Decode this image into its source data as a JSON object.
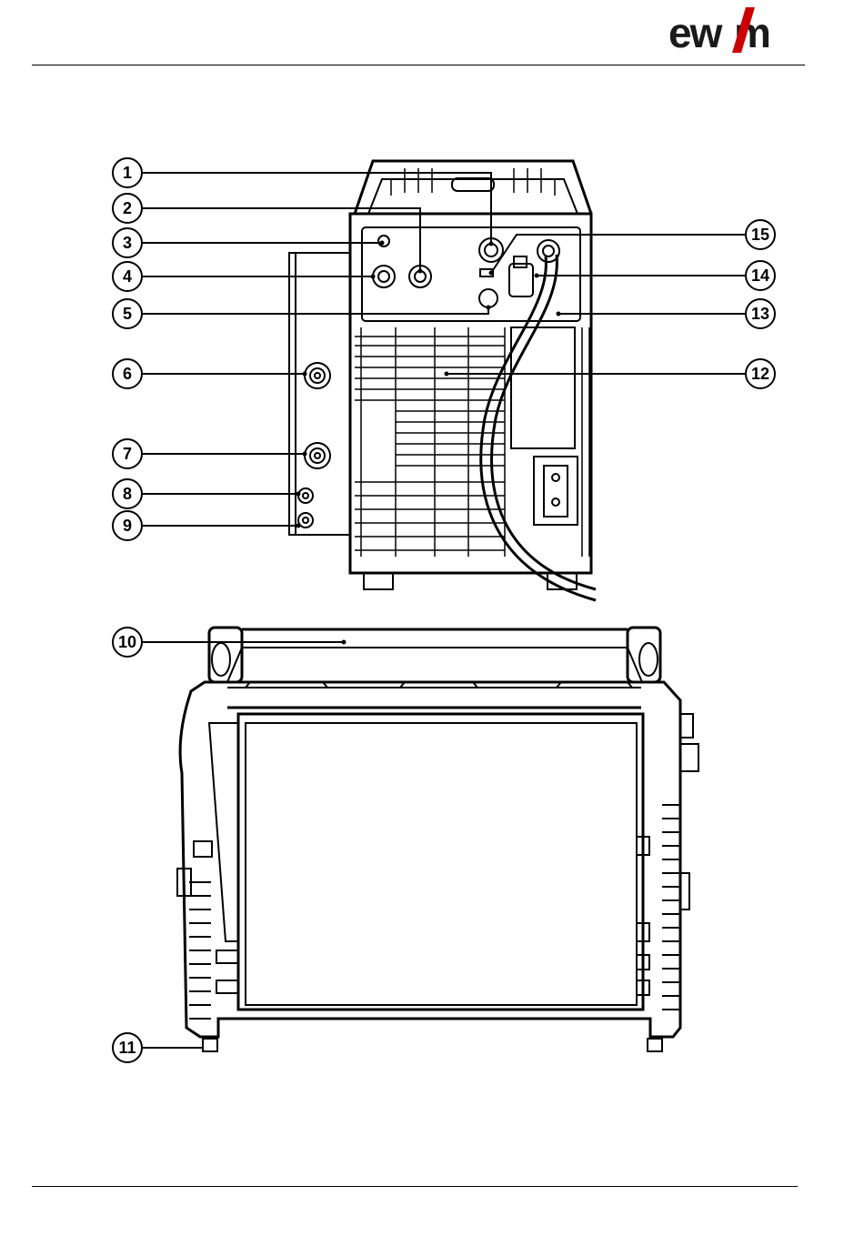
{
  "header": {
    "logo_text": "ewm",
    "logo_color": "#cc0000"
  },
  "figure": {
    "callouts": [
      {
        "num": "1"
      },
      {
        "num": "2"
      },
      {
        "num": "3"
      },
      {
        "num": "4"
      },
      {
        "num": "5"
      },
      {
        "num": "6"
      },
      {
        "num": "7"
      },
      {
        "num": "8"
      },
      {
        "num": "9"
      },
      {
        "num": "10"
      },
      {
        "num": "11"
      },
      {
        "num": "12"
      },
      {
        "num": "13"
      },
      {
        "num": "14"
      },
      {
        "num": "15"
      }
    ]
  }
}
